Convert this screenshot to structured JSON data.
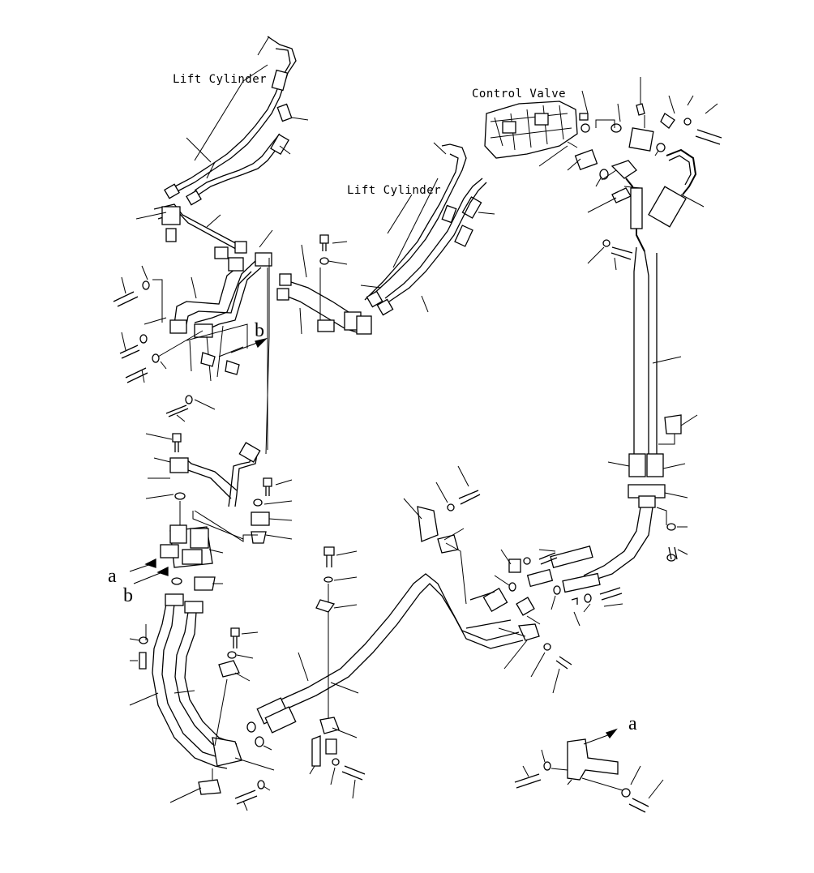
{
  "labels": {
    "lift_cylinder_left": "Lift Cylinder",
    "lift_cylinder_center": "Lift Cylinder",
    "control_valve": "Control Valve",
    "view_a_left": "a",
    "view_b_left": "b",
    "view_b_top": "b",
    "view_a_right": "a"
  },
  "colors": {
    "ink": "#000000",
    "paper": "#ffffff"
  }
}
